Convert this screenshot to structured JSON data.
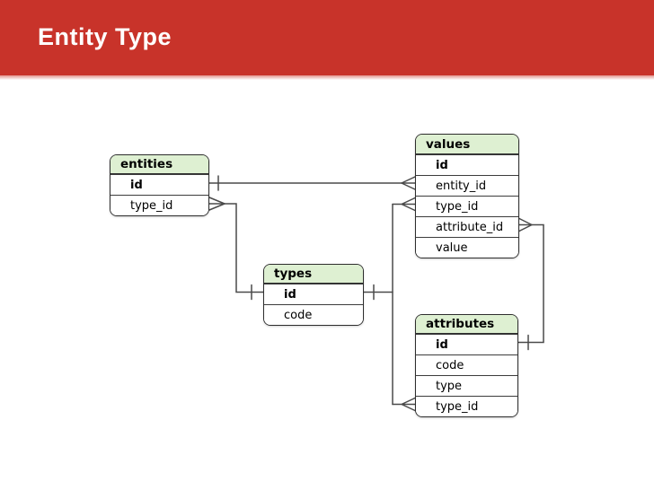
{
  "slide": {
    "title": "Entity Type"
  },
  "colors": {
    "banner_red": "#c8332a",
    "table_header_green": "#def0d2",
    "connector_gray": "#4a4a4a",
    "table_border": "#2e2e2e"
  },
  "diagram": {
    "type": "entity-relationship",
    "tables": [
      {
        "name": "entities",
        "primary_key": "id",
        "fields": [
          "id",
          "type_id"
        ]
      },
      {
        "name": "values",
        "primary_key": "id",
        "fields": [
          "id",
          "entity_id",
          "type_id",
          "attribute_id",
          "value"
        ]
      },
      {
        "name": "types",
        "primary_key": "id",
        "fields": [
          "id",
          "code"
        ]
      },
      {
        "name": "attributes",
        "primary_key": "id",
        "fields": [
          "id",
          "code",
          "type",
          "type_id"
        ]
      }
    ],
    "relationships": [
      {
        "one": "entities.id",
        "many": "values.entity_id",
        "notation": "one-to-many crow's foot"
      },
      {
        "one": "types.id",
        "many": "entities.type_id",
        "notation": "one-to-many crow's foot"
      },
      {
        "one": "types.id",
        "many": "values.type_id",
        "notation": "one-to-many crow's foot"
      },
      {
        "one": "types.id",
        "many": "attributes.type_id",
        "notation": "one-to-many crow's foot"
      },
      {
        "one": "attributes.id",
        "many": "values.attribute_id",
        "notation": "one-to-many crow's foot"
      }
    ]
  }
}
